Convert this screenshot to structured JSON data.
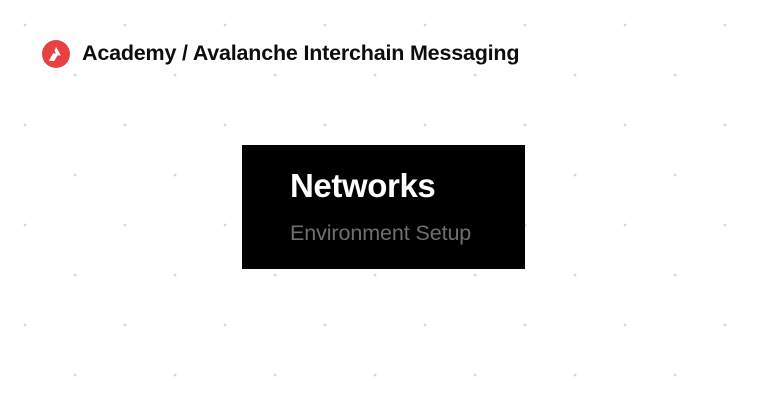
{
  "page": {
    "background_color": "#ffffff",
    "dot_color": "#d5d5d5"
  },
  "header": {
    "logo": {
      "icon": "avalanche-logo-icon",
      "circle_color": "#e84142",
      "mark_color": "#ffffff"
    },
    "title": "Academy / Avalanche Interchain Messaging",
    "title_color": "#0d0d0d"
  },
  "card": {
    "background_color": "#000000",
    "title": "Networks",
    "title_color": "#ffffff",
    "subtitle": "Environment Setup",
    "subtitle_color": "#6f6f6f"
  }
}
